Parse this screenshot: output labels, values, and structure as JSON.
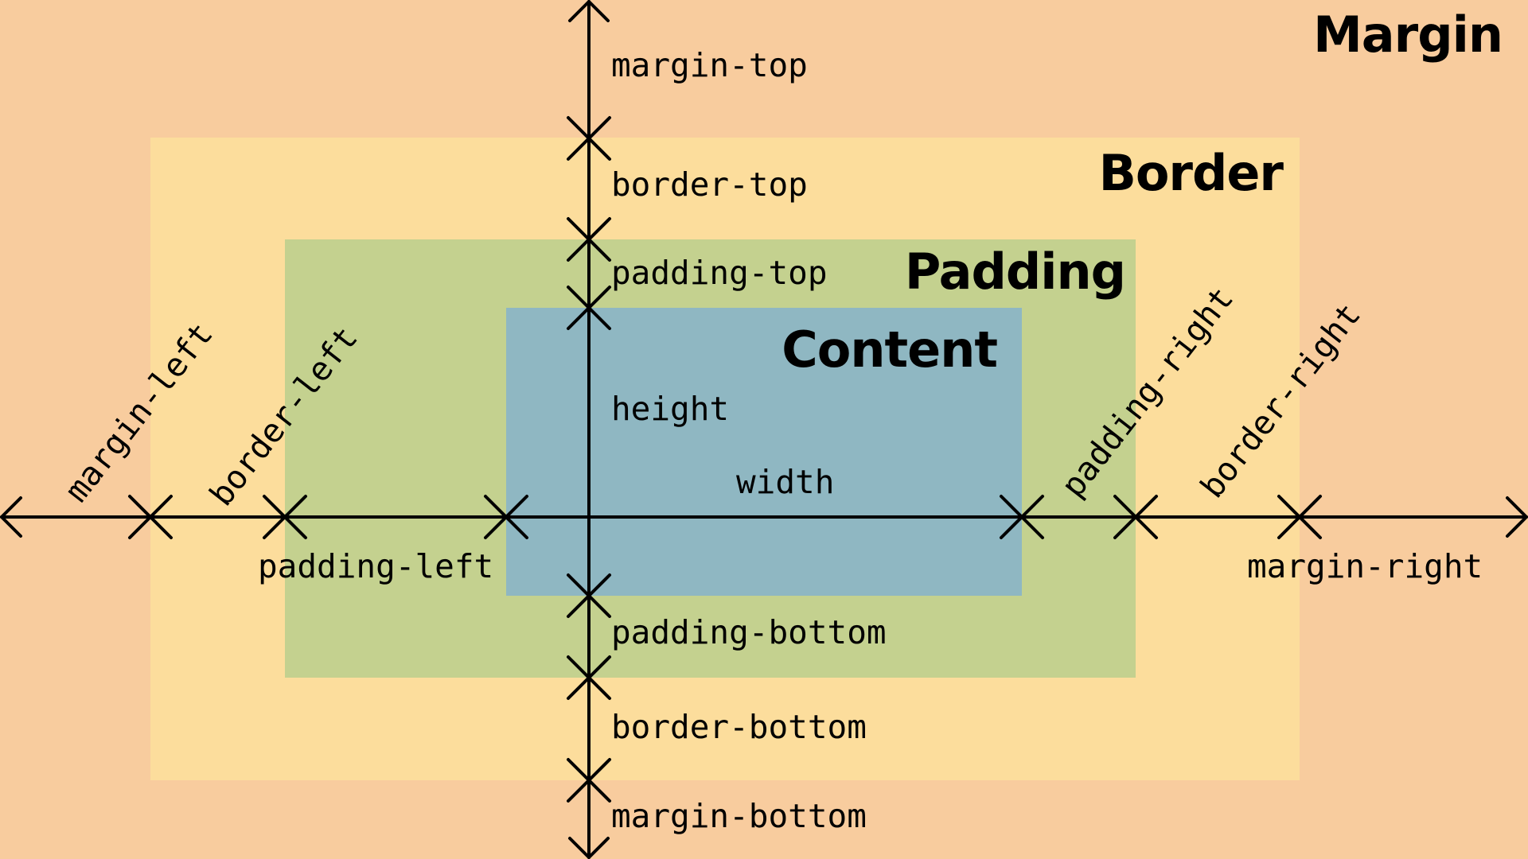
{
  "colors": {
    "margin": "#F8CC9E",
    "border": "#FCDD9C",
    "padding": "#C4D18F",
    "content": "#8FB7C2"
  },
  "titles": {
    "margin": "Margin",
    "border": "Border",
    "padding": "Padding",
    "content": "Content"
  },
  "labels": {
    "margin_top": "margin-top",
    "border_top": "border-top",
    "padding_top": "padding-top",
    "height": "height",
    "width": "width",
    "padding_bottom": "padding-bottom",
    "border_bottom": "border-bottom",
    "margin_bottom": "margin-bottom",
    "margin_left": "margin-left",
    "border_left": "border-left",
    "padding_left": "padding-left",
    "padding_right": "padding-right",
    "border_right": "border-right",
    "margin_right": "margin-right"
  }
}
